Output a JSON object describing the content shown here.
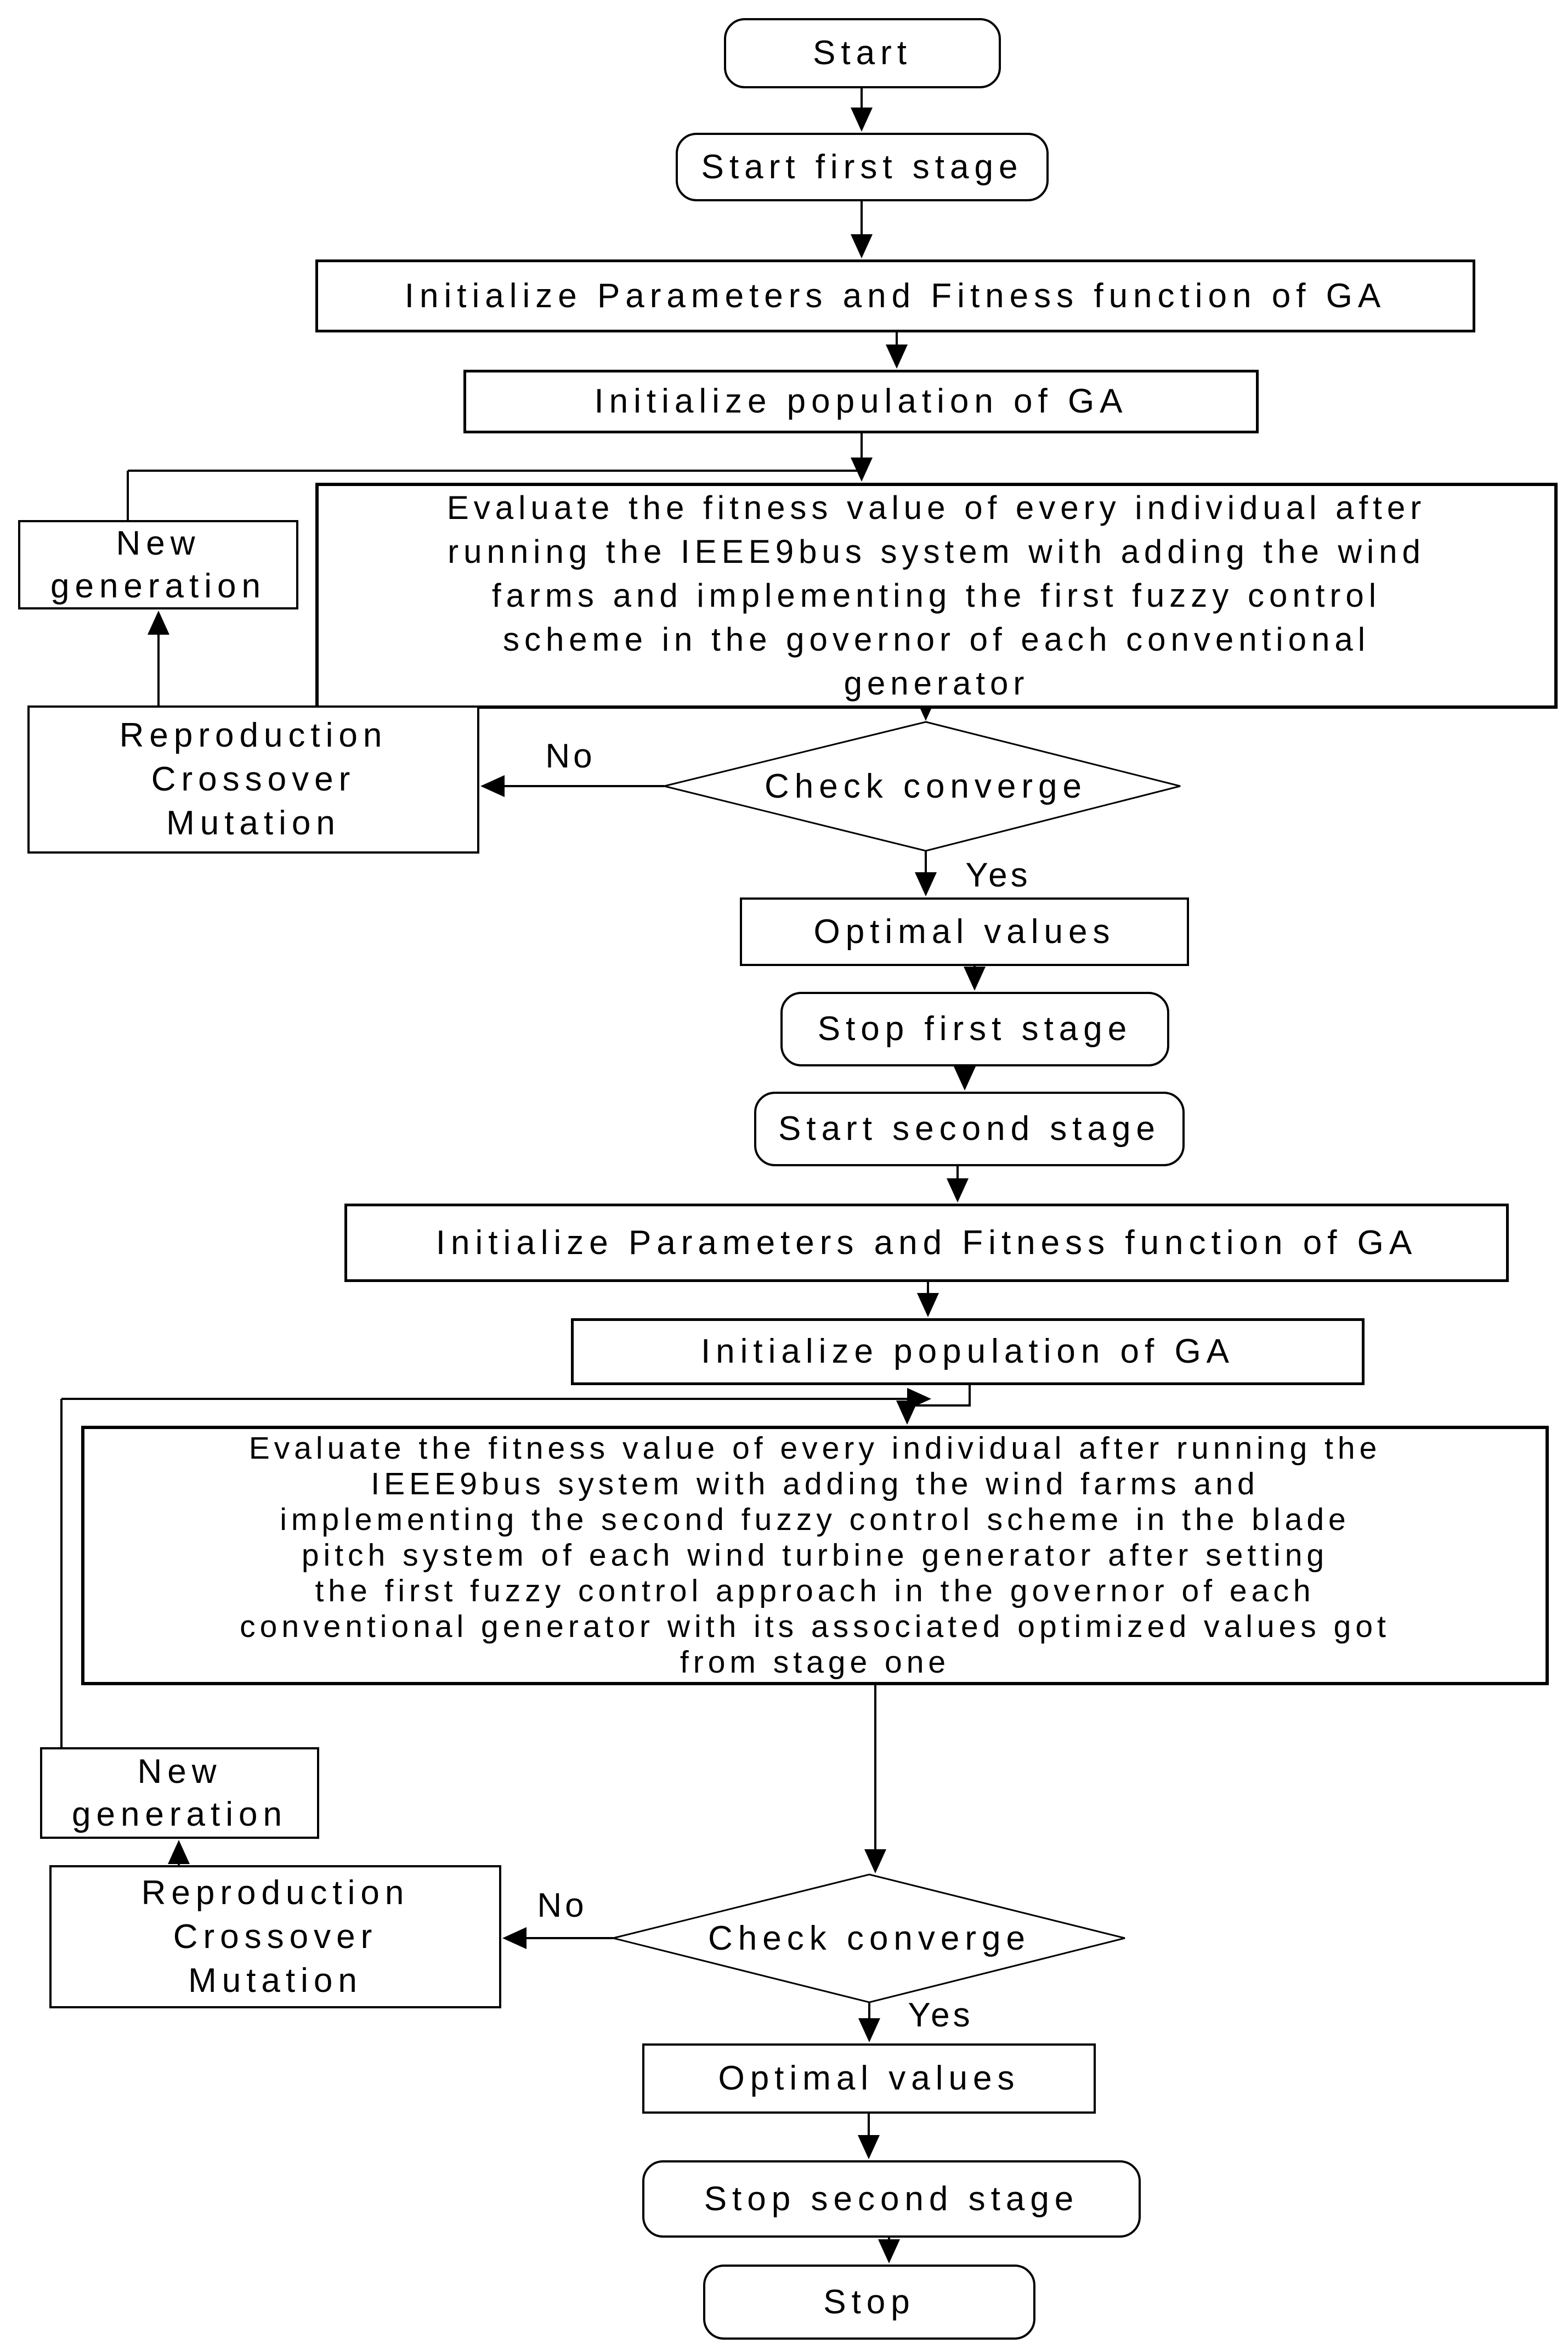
{
  "diagram": {
    "title": "Two-stage GA fuzzy control optimization flowchart",
    "colors": {
      "stroke": "#000000",
      "fill": "#ffffff",
      "text": "#000000"
    },
    "nodes": {
      "start": {
        "label": "Start",
        "shape": "rounded"
      },
      "start_first_stage": {
        "label": "Start first stage",
        "shape": "rounded"
      },
      "init_params_1": {
        "label": "Initialize Parameters and Fitness function of GA",
        "shape": "process"
      },
      "init_pop_1": {
        "label": "Initialize population of GA",
        "shape": "process"
      },
      "evaluate_1": {
        "label": "Evaluate the fitness value of every individual after\nrunning the IEEE9bus system with adding the wind\nfarms and implementing the first fuzzy control\nscheme in the governor of each conventional\ngenerator",
        "shape": "process"
      },
      "new_generation_1": {
        "label": "New\ngeneration",
        "shape": "process"
      },
      "reproduction_1": {
        "label": "Reproduction\nCrossover\nMutation",
        "shape": "process"
      },
      "check_converge_1": {
        "label": "Check converge",
        "shape": "decision"
      },
      "optimal_values_1": {
        "label": "Optimal values",
        "shape": "process"
      },
      "stop_first_stage": {
        "label": "Stop first stage",
        "shape": "rounded"
      },
      "start_second_stage": {
        "label": "Start second stage",
        "shape": "rounded"
      },
      "init_params_2": {
        "label": "Initialize Parameters and Fitness function of GA",
        "shape": "process"
      },
      "init_pop_2": {
        "label": "Initialize population of GA",
        "shape": "process"
      },
      "evaluate_2": {
        "label": "Evaluate the fitness value of every individual after running the\nIEEE9bus system with adding the wind farms and\nimplementing the second fuzzy control scheme in the blade\npitch system of each wind turbine generator after setting\nthe first fuzzy control approach in the governor of each\nconventional generator with its associated optimized values got\nfrom stage one",
        "shape": "process"
      },
      "new_generation_2": {
        "label": "New\ngeneration",
        "shape": "process"
      },
      "reproduction_2": {
        "label": "Reproduction\nCrossover\nMutation",
        "shape": "process"
      },
      "check_converge_2": {
        "label": "Check converge",
        "shape": "decision"
      },
      "optimal_values_2": {
        "label": "Optimal values",
        "shape": "process"
      },
      "stop_second_stage": {
        "label": "Stop second stage",
        "shape": "rounded"
      },
      "stop": {
        "label": "Stop",
        "shape": "rounded"
      }
    },
    "edge_labels": {
      "no_1": "No",
      "yes_1": "Yes",
      "no_2": "No",
      "yes_2": "Yes"
    }
  }
}
